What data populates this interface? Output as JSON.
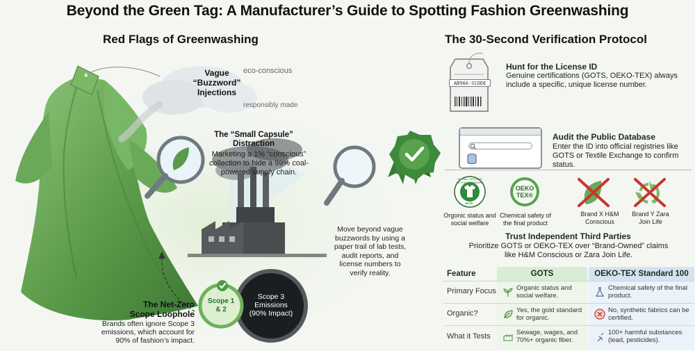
{
  "title": "Beyond the Green Tag: A Manufacturer’s Guide to Spotting Fashion Greenwashing",
  "left": {
    "heading": "Red Flags of Greenwashing",
    "buzzword": {
      "title": "Vague “Buzzword” Injections",
      "word1": "eco-conscious",
      "word2": "responsibly made"
    },
    "capsule": {
      "title": "The “Small Capsule” Distraction",
      "text": "Marketing a 1% “conscious” collection to hide a 99% coal-powered supply chain."
    },
    "netzero": {
      "title": "The Net-Zero Scope Loophole",
      "text": "Brands often ignore Scope 3 emissions, which account for 90% of fashion’s impact.",
      "scope12": "Scope 1 & 2",
      "scope3": "Scope 3 Emissions (90% Impact)"
    },
    "verify_text": "Move beyond vague buzzwords by using a paper trail of lab tests, audit reports, and license numbers to verify reality."
  },
  "right": {
    "heading": "The 30-Second Verification Protocol",
    "license": {
      "tag_code": "AB90A-SCODE",
      "title": "Hunt for the License ID",
      "text": "Genuine certifications (GOTS, OEKO-TEX) always include a specific, unique license number."
    },
    "database": {
      "title": "Audit the Public Database",
      "text": "Enter the ID into official registries like GOTS or Textile Exchange to confirm status."
    },
    "logos": [
      {
        "name": "gots",
        "caption": "Orgonic status and social welfare",
        "badge_text": "GLOBAL ORGANIC TEXTILE STANDARD",
        "badge_sub": "GOTS"
      },
      {
        "name": "oeko",
        "caption": "Chemical safety of the final product",
        "badge_text": "OEKO TEX®"
      },
      {
        "name": "brandx",
        "caption": "Brand X H&M Conscious"
      },
      {
        "name": "brandy",
        "caption": "Brand Y Zara Join Life"
      }
    ],
    "third_party": {
      "title": "Trust Independent Third Parties",
      "text": "Prioritize GOTS or OEKO-TEX over “Brand-Owned” claims like H&M Conscious or Zara Join Life."
    },
    "table": {
      "headers": [
        "Feature",
        "GOTS",
        "OEKO-TEX Standard 100"
      ],
      "rows": [
        {
          "feature": "Primary Focus",
          "gots": "Organic status and social welfare.",
          "oeko": "Chemical safety of the final product."
        },
        {
          "feature": "Organic?",
          "gots": "Yes, the gold standard for organic.",
          "oeko": "No, synthetic fabrics can be certified."
        },
        {
          "feature": "What it Tests",
          "gots": "Sewage, wages, and 70%+ organic fiber.",
          "oeko": "100+ harmful substances (lead, pesticides)."
        }
      ]
    }
  },
  "colors": {
    "green": "#5a9a48",
    "dark_green": "#2f6b2f",
    "red": "#c8372d",
    "blue_header": "#d4e3f2",
    "green_header": "#d9ecd6"
  }
}
